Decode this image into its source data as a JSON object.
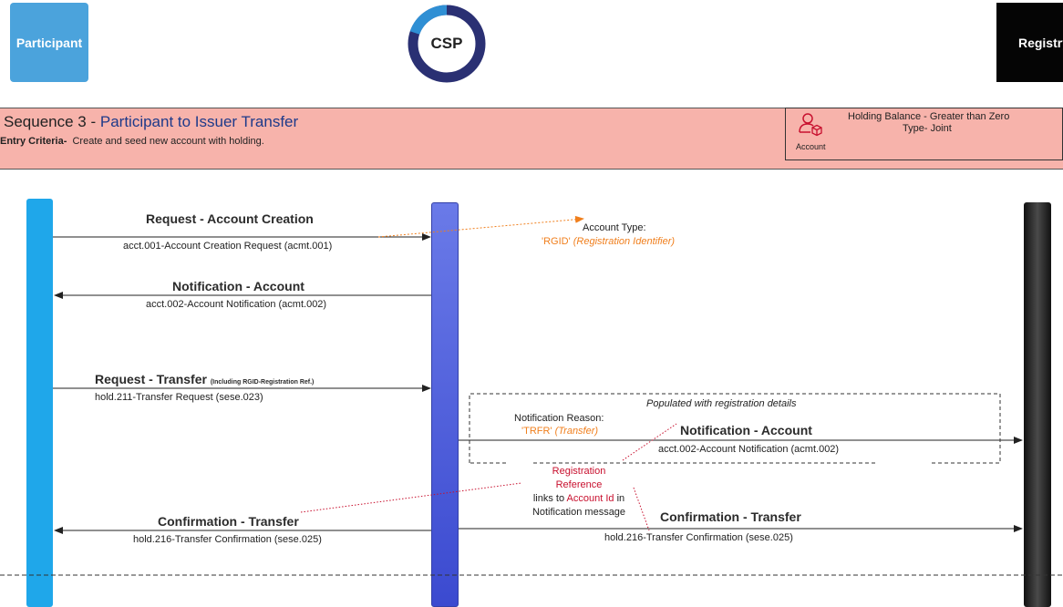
{
  "actors": {
    "participant": "Participant",
    "csp": "CSP",
    "registry": "Registry"
  },
  "sequence": {
    "title_prefix": "Sequence 3 - ",
    "title_highlight": "Participant to Issuer Transfer",
    "entry_label": "Entry Criteria-",
    "entry_text": "Create and seed new account with holding."
  },
  "account_box": {
    "icon": "account-icon",
    "label": "Account",
    "holding_balance": "Holding Balance - Greater than Zero",
    "type": "Type- Joint"
  },
  "messages": {
    "m1_title": "Request - Account Creation",
    "m1_sub": "acct.001-Account Creation Request (acmt.001)",
    "m2_title": "Notification - Account",
    "m2_sub": "acct.002-Account Notification (acmt.002)",
    "m3_title": "Request - Transfer",
    "m3_small": "(Including RGID-Registration Ref.)",
    "m3_sub": "hold.211-Transfer Request (sese.023)",
    "m4_title": "Notification - Account",
    "m4_sub": "acct.002-Account Notification (acmt.002)",
    "m5_title": "Confirmation - Transfer",
    "m5_sub": "hold.216-Transfer Confirmation (sese.025)",
    "m6_title": "Confirmation - Transfer",
    "m6_sub": "hold.216-Transfer Confirmation (sese.025)"
  },
  "notes": {
    "account_type_label": "Account Type:",
    "account_type_code": "'RGID'",
    "account_type_desc": "(Registration Identifier)",
    "populated": "Populated with registration details",
    "reason_label": "Notification Reason:",
    "reason_code": "'TRFR'",
    "reason_desc": "(Transfer)",
    "reg_ref_line1": "Registration",
    "reg_ref_line2": "Reference",
    "reg_ref_line3_prefix": "links to ",
    "reg_ref_line3_highlight": "Account Id",
    "reg_ref_line3_suffix": " in",
    "reg_ref_line4": "Notification message"
  },
  "colors": {
    "participant": "#4ba3dc",
    "registry": "#050505",
    "banner": "#f7b3ab",
    "accent_orange": "#f07f1d",
    "accent_red": "#c8102e"
  }
}
